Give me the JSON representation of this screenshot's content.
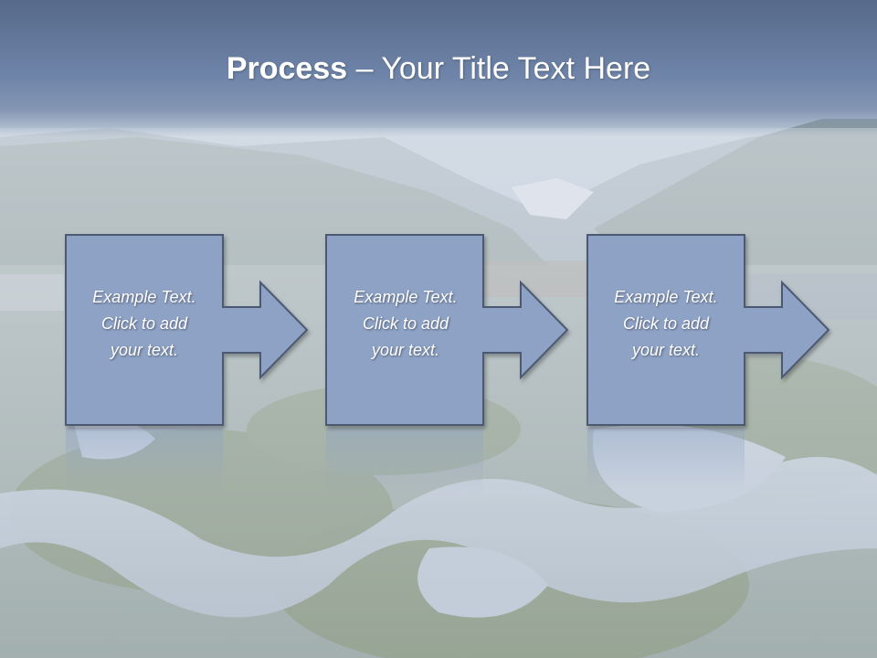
{
  "title": {
    "bold": "Process",
    "rest": " – Your Title Text Here"
  },
  "steps": [
    {
      "text": "Example Text.\nClick  to add\nyour text."
    },
    {
      "text": "Example Text.\nClick  to add\nyour text."
    },
    {
      "text": "Example Text.\nClick  to add\nyour text."
    }
  ],
  "colors": {
    "box_fill": "#8ea2c6",
    "box_stroke": "#4b5a72",
    "title_band": "#5d7091",
    "text": "#ffffff"
  }
}
